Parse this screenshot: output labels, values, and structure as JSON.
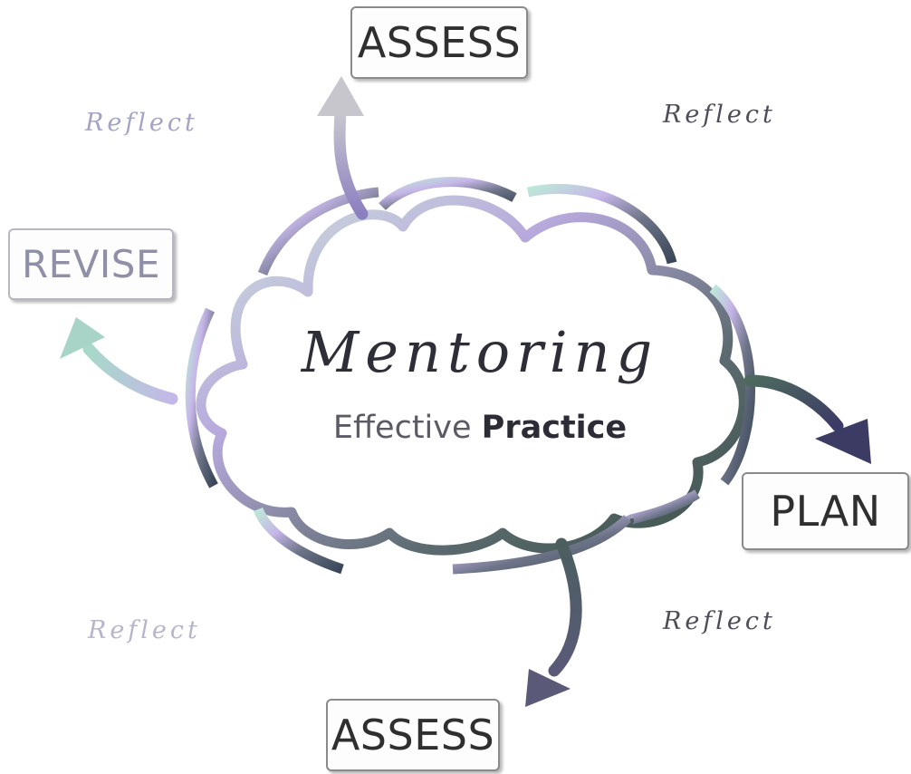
{
  "steps": {
    "assess_top": "ASSESS",
    "revise": "REVISE",
    "plan": "PLAN",
    "assess_bottom": "ASSESS"
  },
  "reflect_labels": [
    "Reflect",
    "Reflect",
    "Reflect",
    "Reflect"
  ],
  "center": {
    "title": "Mentoring",
    "subtitle_word1": "Effective",
    "subtitle_word2": "Practice"
  },
  "colors": {
    "arc_gradient": [
      "#bfe3d3",
      "#c9b8e6",
      "#8a9ab0",
      "#3f4a5c",
      "#566b60"
    ],
    "arrow_dark": "#3e3d5e",
    "arrow_light": "#c3c3d6"
  }
}
